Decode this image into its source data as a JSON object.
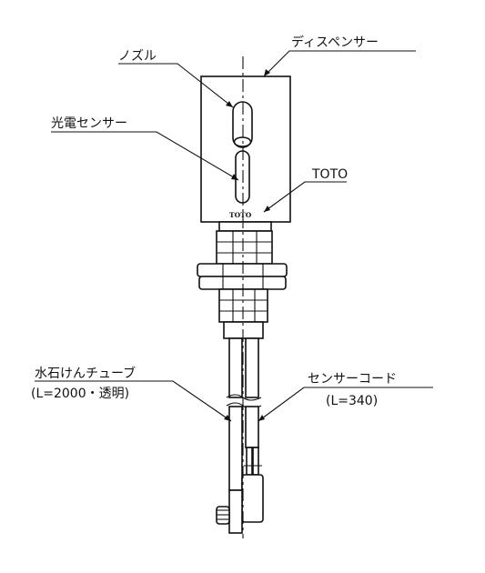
{
  "labels": {
    "dispenser": "ディスペンサー",
    "nozzle": "ノズル",
    "photo_sensor": "光電センサー",
    "brand_callout": "TOTO",
    "brand_mark": "TOTO",
    "soap_tube": "水石けんチューブ",
    "soap_tube_spec": "(L=2000・透明)",
    "sensor_cord": "センサーコード",
    "sensor_cord_spec": "(L=340)"
  }
}
